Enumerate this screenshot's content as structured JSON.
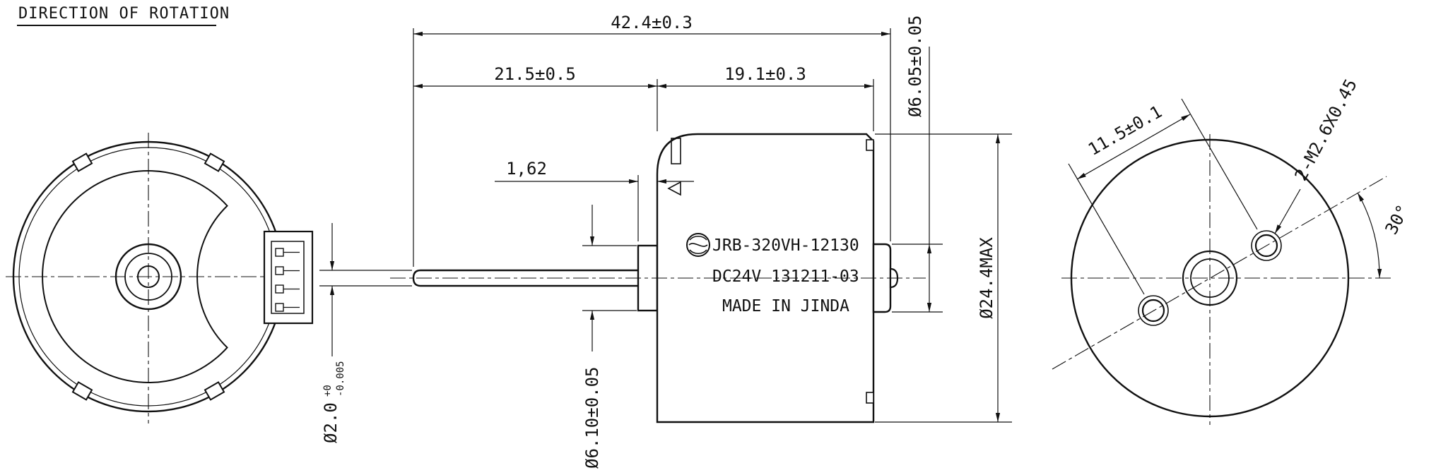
{
  "title": {
    "text": "DIRECTION OF ROTATION"
  },
  "side_view": {
    "nameplate": {
      "line1": "JRB-320VH-12130",
      "line2": "DC24V 131211-03",
      "line3": "MADE IN JINDA"
    },
    "dims": {
      "overall_length": "42.4±0.3",
      "shaft_assembly_length": "21.5±0.5",
      "body_length": "19.1±0.3",
      "boss_length": "1,62",
      "rear_boss_diameter": "Ø6.05±0.05",
      "body_diameter": "Ø24.4MAX",
      "front_boss_diameter": "Ø6.10±0.05",
      "shaft_diameter": "Ø2.0",
      "shaft_tol_upper": "+0",
      "shaft_tol_lower": "-0.005"
    }
  },
  "rear_view": {
    "dims": {
      "hole_spacing": "11.5±0.1",
      "thread_spec": "2-M2.6X0.45",
      "angle": "30°"
    }
  }
}
